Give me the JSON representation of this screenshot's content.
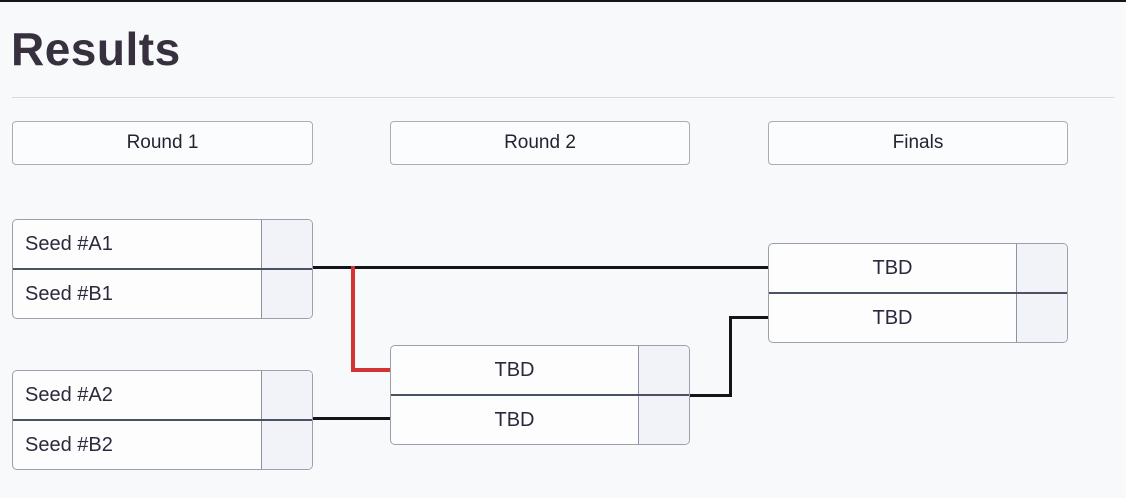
{
  "page": {
    "title": "Results"
  },
  "colors": {
    "background": "#f8f9fb",
    "box_fill": "#fdfdfe",
    "score_fill": "#f1f3f8",
    "box_border": "#9aa1ac",
    "row_divider": "#4a5363",
    "header_border": "#a8aeb8",
    "text_dark": "#2b2a3d",
    "title_color": "#37313f",
    "connector_black": "#14151a",
    "connector_red": "#d23434"
  },
  "bracket": {
    "rounds": [
      {
        "label": "Round 1"
      },
      {
        "label": "Round 2"
      },
      {
        "label": "Finals"
      }
    ],
    "matches": [
      {
        "round": "Round 1",
        "slots": [
          {
            "name": "Seed #A1",
            "score": ""
          },
          {
            "name": "Seed #B1",
            "score": ""
          }
        ]
      },
      {
        "round": "Round 1",
        "slots": [
          {
            "name": "Seed #A2",
            "score": ""
          },
          {
            "name": "Seed #B2",
            "score": ""
          }
        ]
      },
      {
        "round": "Round 2",
        "slots": [
          {
            "name": "TBD",
            "score": ""
          },
          {
            "name": "TBD",
            "score": ""
          }
        ]
      },
      {
        "round": "Finals",
        "slots": [
          {
            "name": "TBD",
            "score": ""
          },
          {
            "name": "TBD",
            "score": ""
          }
        ]
      }
    ]
  }
}
